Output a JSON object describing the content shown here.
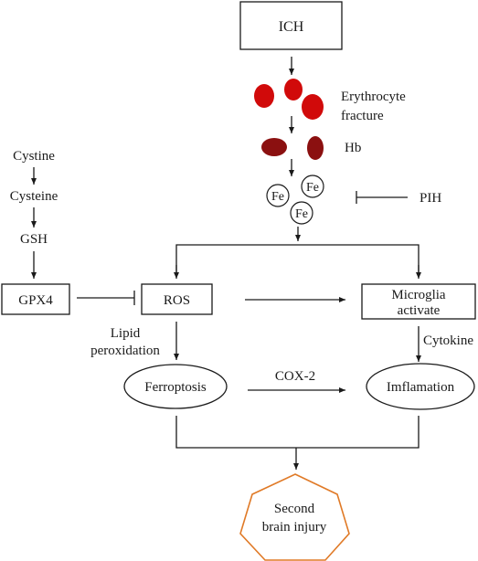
{
  "nodes": {
    "ich": "ICH",
    "erythrocyte_line1": "Erythrocyte",
    "erythrocyte_line2": "fracture",
    "hb": "Hb",
    "fe": "Fe",
    "pih": "PIH",
    "cystine": "Cystine",
    "cysteine": "Cysteine",
    "gsh": "GSH",
    "gpx4": "GPX4",
    "ros": "ROS",
    "microglia_line1": "Microglia",
    "microglia_line2": "activate",
    "lipid_line1": "Lipid",
    "lipid_line2": "peroxidation",
    "cytokine": "Cytokine",
    "ferroptosis": "Ferroptosis",
    "cox2": "COX-2",
    "imflamation": "Imflamation",
    "second_line1": "Second",
    "second_line2": "brain injury"
  },
  "colors": {
    "erythrocyte": "#d10a0a",
    "hemoglobin": "#8b1010",
    "heptagon_stroke": "#e07a27",
    "line": "#1a1a1a"
  }
}
